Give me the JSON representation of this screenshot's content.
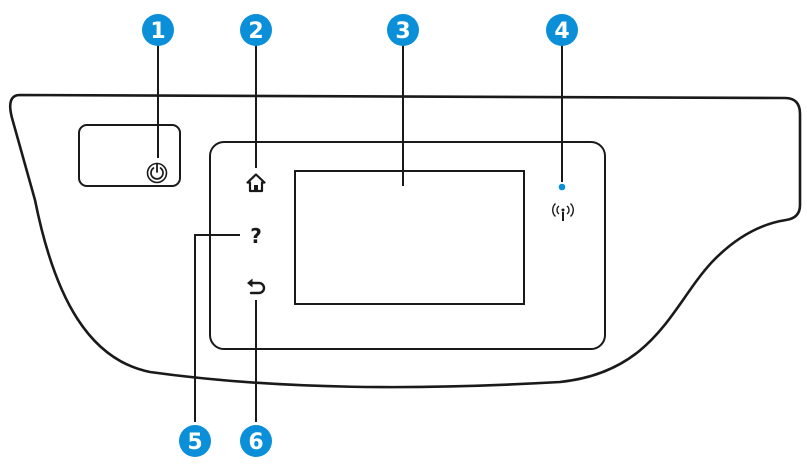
{
  "callouts": [
    {
      "id": "1",
      "label": "1"
    },
    {
      "id": "2",
      "label": "2"
    },
    {
      "id": "3",
      "label": "3"
    },
    {
      "id": "4",
      "label": "4"
    },
    {
      "id": "5",
      "label": "5"
    },
    {
      "id": "6",
      "label": "6"
    }
  ],
  "panel": {
    "help_symbol": "?"
  },
  "colors": {
    "callout_fill": "#0a8fd8",
    "line": "#1a1a1a",
    "wireless_led": "#0a8fd8"
  }
}
